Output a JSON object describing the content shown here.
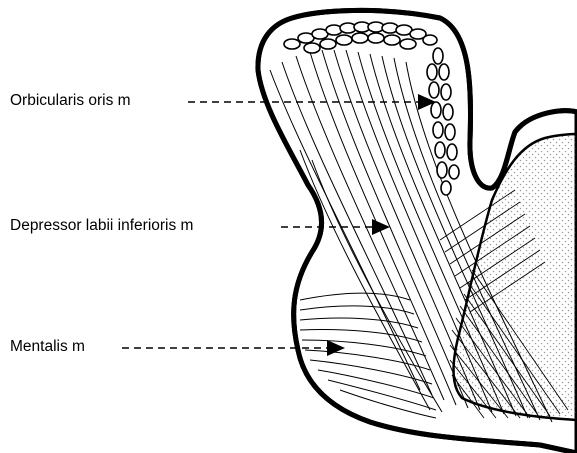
{
  "labels": {
    "orbicularis": "Orbicularis oris m",
    "depressor": "Depressor labii inferioris m",
    "mentalis": "Mentalis m"
  },
  "colors": {
    "ink": "#000000",
    "background": "#ffffff",
    "stipple": "#b5b5b5"
  }
}
